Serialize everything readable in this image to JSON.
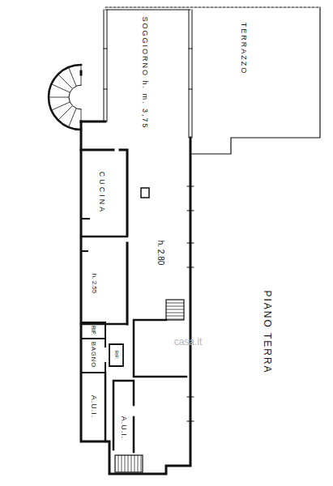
{
  "diagram": {
    "labels": [
      "SOGGIORNO h. m. 3,75",
      "TERRAZZO",
      "CUCINA",
      "h. 2.80",
      "h. 2.55",
      "RIP.",
      "BAGNO",
      "RIP.",
      "A.U.I.",
      "A.U.I.",
      "PIANO TERRA",
      "casa.it"
    ]
  }
}
